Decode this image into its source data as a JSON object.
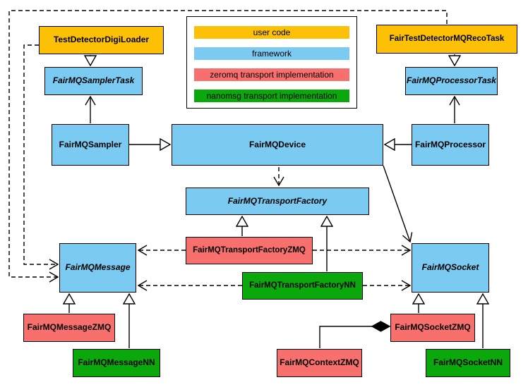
{
  "colors": {
    "user_code": "#fcc107",
    "framework": "#7bcaf1",
    "zeromq": "#f8706e",
    "nanomsg": "#0aa80a",
    "border": "#000000",
    "background": "#ffffff"
  },
  "legend": {
    "items": [
      {
        "label": "user code",
        "category": "user_code"
      },
      {
        "label": "framework",
        "category": "framework"
      },
      {
        "label": "zeromq transport implementation",
        "category": "zeromq"
      },
      {
        "label": "nanomsg transport implementation",
        "category": "nanomsg"
      }
    ]
  },
  "nodes": {
    "testDetectorDigiLoader": {
      "label": "TestDetectorDigiLoader",
      "category": "user_code",
      "abstract": false
    },
    "fairTestDetectorMQRecoTask": {
      "label": "FairTestDetectorMQRecoTask",
      "category": "user_code",
      "abstract": false
    },
    "fairMQSamplerTask": {
      "label": "FairMQSamplerTask",
      "category": "framework",
      "abstract": true
    },
    "fairMQProcessorTask": {
      "label": "FairMQProcessorTask",
      "category": "framework",
      "abstract": true
    },
    "fairMQSampler": {
      "label": "FairMQSampler",
      "category": "framework",
      "abstract": false
    },
    "fairMQDevice": {
      "label": "FairMQDevice",
      "category": "framework",
      "abstract": false
    },
    "fairMQProcessor": {
      "label": "FairMQProcessor",
      "category": "framework",
      "abstract": false
    },
    "fairMQTransportFactory": {
      "label": "FairMQTransportFactory",
      "category": "framework",
      "abstract": true
    },
    "fairMQTransportFactoryZMQ": {
      "label": "FairMQTransportFactoryZMQ",
      "category": "zeromq",
      "abstract": false
    },
    "fairMQTransportFactoryNN": {
      "label": "FairMQTransportFactoryNN",
      "category": "nanomsg",
      "abstract": false
    },
    "fairMQMessage": {
      "label": "FairMQMessage",
      "category": "framework",
      "abstract": true
    },
    "fairMQSocket": {
      "label": "FairMQSocket",
      "category": "framework",
      "abstract": true
    },
    "fairMQMessageZMQ": {
      "label": "FairMQMessageZMQ",
      "category": "zeromq",
      "abstract": false
    },
    "fairMQMessageNN": {
      "label": "FairMQMessageNN",
      "category": "nanomsg",
      "abstract": false
    },
    "fairMQContextZMQ": {
      "label": "FairMQContextZMQ",
      "category": "zeromq",
      "abstract": false
    },
    "fairMQSocketZMQ": {
      "label": "FairMQSocketZMQ",
      "category": "zeromq",
      "abstract": false
    },
    "fairMQSocketNN": {
      "label": "FairMQSocketNN",
      "category": "nanomsg",
      "abstract": false
    }
  },
  "edges": [
    {
      "from": "TestDetectorDigiLoader",
      "to": "FairMQSamplerTask",
      "type": "inheritance"
    },
    {
      "from": "FairTestDetectorMQRecoTask",
      "to": "FairMQProcessorTask",
      "type": "inheritance"
    },
    {
      "from": "FairMQSampler",
      "to": "FairMQDevice",
      "type": "inheritance"
    },
    {
      "from": "FairMQProcessor",
      "to": "FairMQDevice",
      "type": "inheritance"
    },
    {
      "from": "FairMQTransportFactoryZMQ",
      "to": "FairMQTransportFactory",
      "type": "inheritance"
    },
    {
      "from": "FairMQTransportFactoryNN",
      "to": "FairMQTransportFactory",
      "type": "inheritance"
    },
    {
      "from": "FairMQMessageZMQ",
      "to": "FairMQMessage",
      "type": "inheritance"
    },
    {
      "from": "FairMQMessageNN",
      "to": "FairMQMessage",
      "type": "inheritance"
    },
    {
      "from": "FairMQSocketZMQ",
      "to": "FairMQSocket",
      "type": "inheritance"
    },
    {
      "from": "FairMQSocketNN",
      "to": "FairMQSocket",
      "type": "inheritance"
    },
    {
      "from": "FairMQSampler",
      "to": "FairMQSamplerTask",
      "type": "association"
    },
    {
      "from": "FairMQProcessor",
      "to": "FairMQProcessorTask",
      "type": "association"
    },
    {
      "from": "FairMQDevice",
      "to": "FairMQSocket",
      "type": "association"
    },
    {
      "from": "FairMQDevice",
      "to": "FairMQTransportFactory",
      "type": "dependency"
    },
    {
      "from": "FairMQTransportFactoryZMQ",
      "to": "FairMQMessage",
      "type": "dependency"
    },
    {
      "from": "FairMQTransportFactoryZMQ",
      "to": "FairMQSocket",
      "type": "dependency"
    },
    {
      "from": "FairMQTransportFactoryNN",
      "to": "FairMQMessage",
      "type": "dependency"
    },
    {
      "from": "FairMQTransportFactoryNN",
      "to": "FairMQSocket",
      "type": "dependency"
    },
    {
      "from": "TestDetectorDigiLoader",
      "to": "FairMQMessage",
      "type": "dependency"
    },
    {
      "from": "FairTestDetectorMQRecoTask",
      "to": "FairMQMessage",
      "type": "dependency"
    },
    {
      "from": "FairMQSocketZMQ",
      "to": "FairMQContextZMQ",
      "type": "composition"
    }
  ]
}
